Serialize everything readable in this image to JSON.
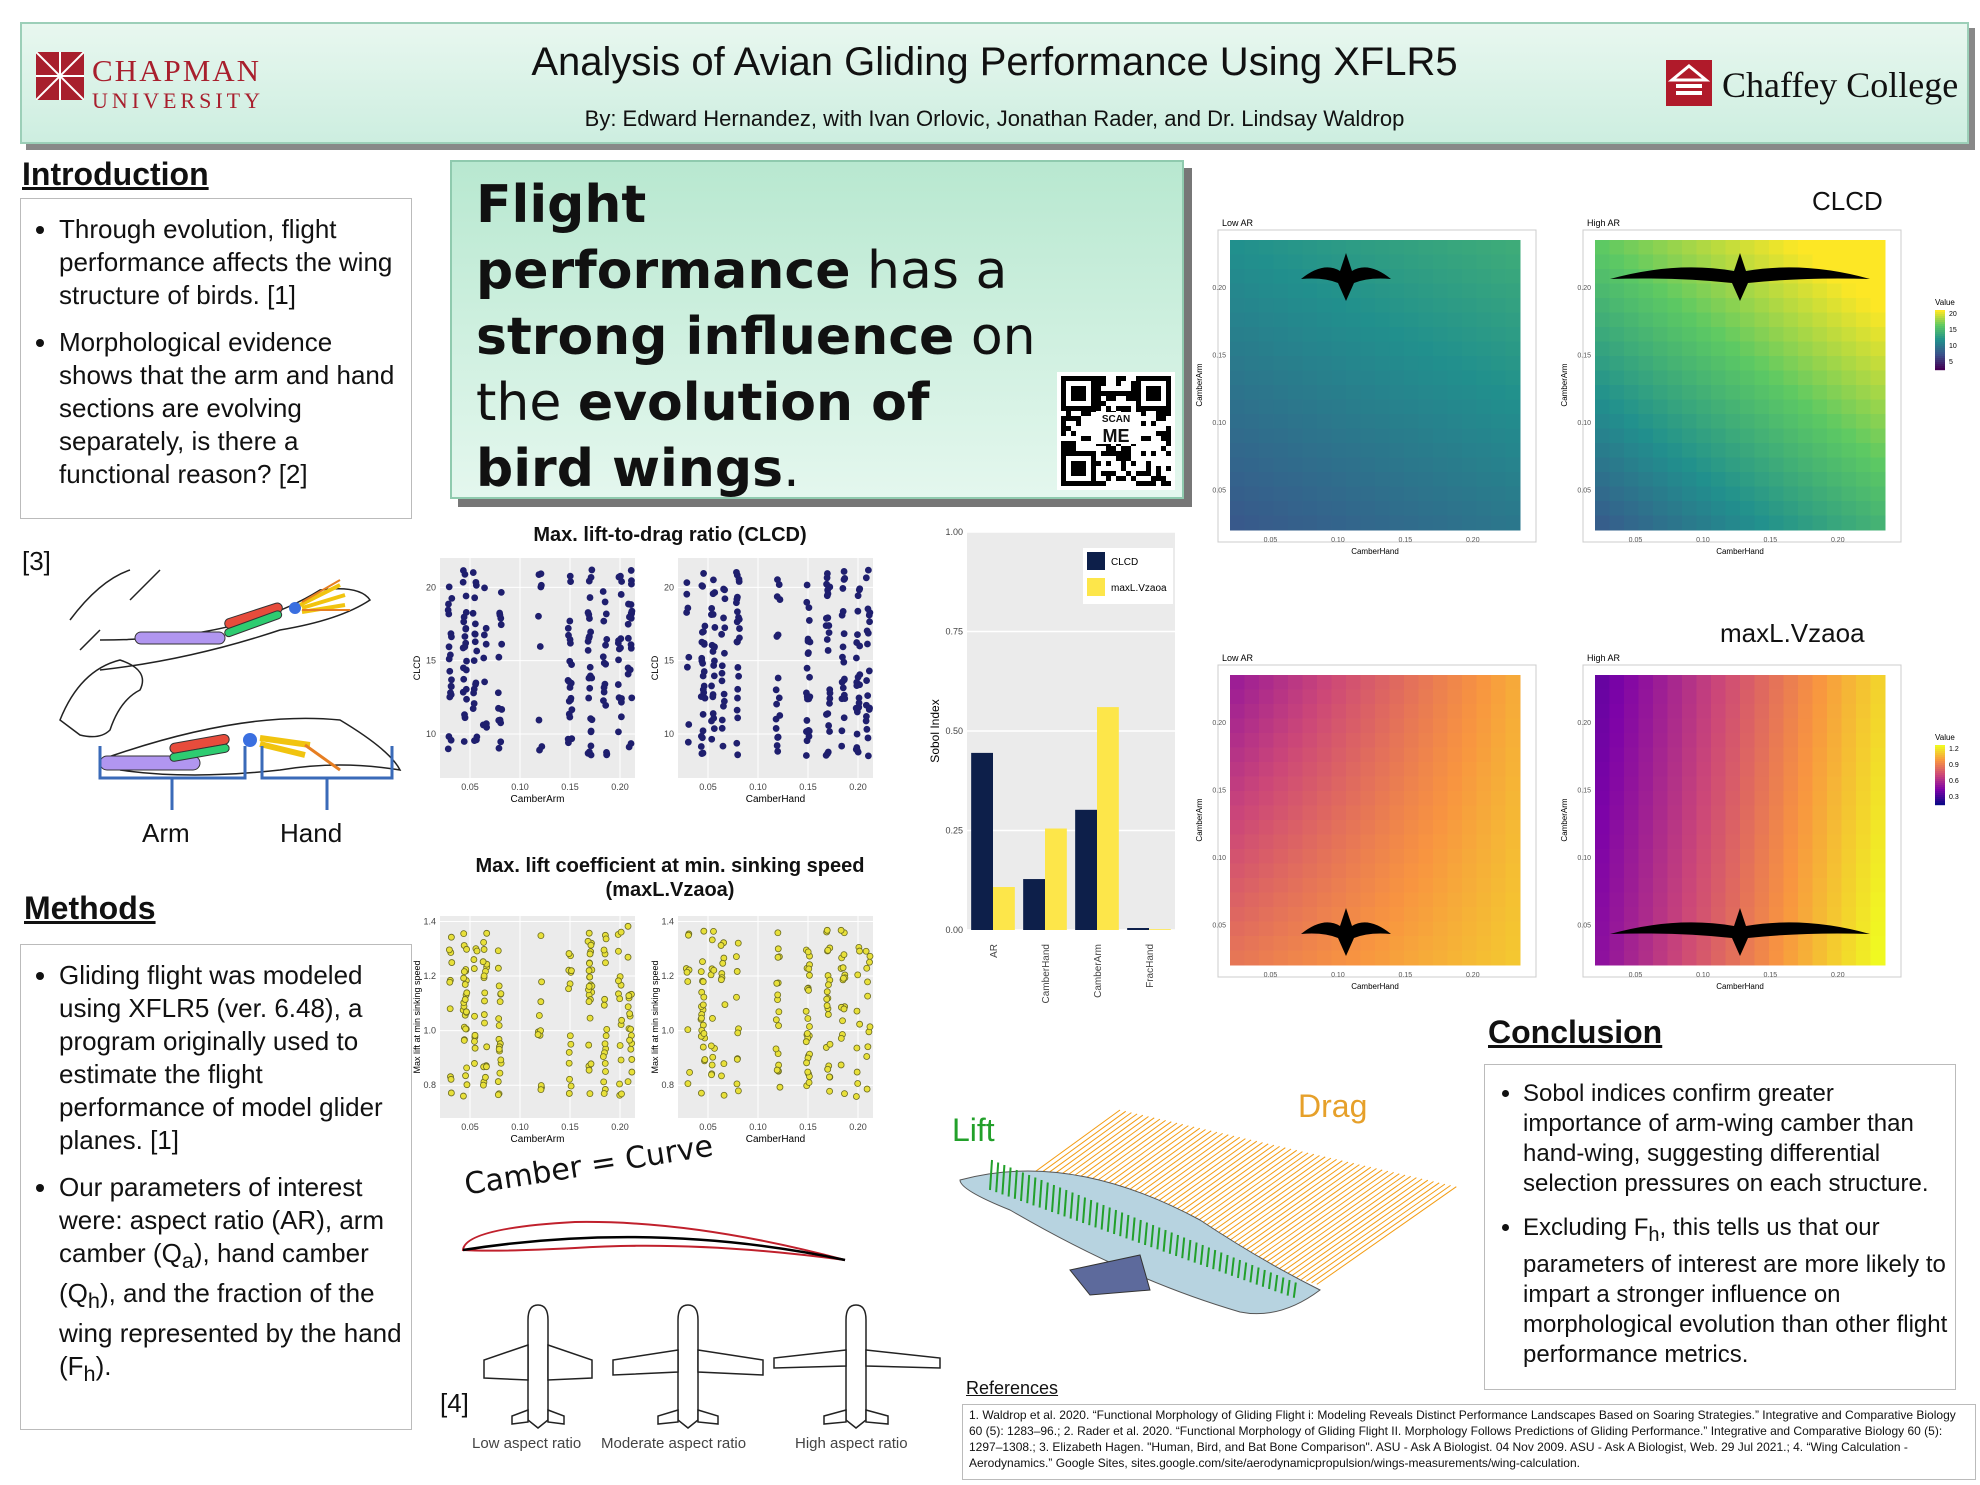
{
  "header": {
    "title": "Analysis of Avian Gliding Performance Using XFLR5",
    "authors": "By: Edward Hernandez, with Ivan Orlovic, Jonathan Rader, and Dr. Lindsay Waldrop",
    "left_logo": {
      "line1": "CHAPMAN",
      "line2": "UNIVERSITY"
    },
    "right_logo": "Chaffey College"
  },
  "introduction": {
    "heading": "Introduction",
    "bullets": [
      "Through evolution, flight performance affects the wing structure of birds. [1]",
      "Morphological evidence shows that the arm and hand sections are evolving separately, is there a functional reason? [2]"
    ]
  },
  "wing_figure": {
    "ref": "[3]",
    "label_arm": "Arm",
    "label_hand": "Hand"
  },
  "methods": {
    "heading": "Methods",
    "bullets": [
      "Gliding flight was modeled using XFLR5 (ver. 6.48), a program originally used to estimate the flight performance of model glider planes. [1]",
      "Our parameters of interest were: aspect ratio (AR), arm camber (Qa), hand camber (Qh), and the fraction of the wing represented by the hand (Fh)."
    ]
  },
  "callout": {
    "parts": [
      {
        "t": "Flight performance",
        "b": true
      },
      {
        "t": " has a ",
        "b": false
      },
      {
        "t": "strong influence",
        "b": true
      },
      {
        "t": " on the ",
        "b": false
      },
      {
        "t": "evolution of bird wings",
        "b": true
      },
      {
        "t": ".",
        "b": false
      }
    ],
    "qr_label1": "SCAN",
    "qr_label2": "ME"
  },
  "scatter_clcd": {
    "title": "Max. lift-to-drag ratio (CLCD)",
    "left": {
      "xlabel": "CamberArm",
      "ylabel": "CLCD"
    },
    "right": {
      "xlabel": "CamberHand",
      "ylabel": "CLCD"
    },
    "xticks": [
      "0.05",
      "0.10",
      "0.15",
      "0.20"
    ],
    "yticks": [
      "10",
      "15",
      "20"
    ]
  },
  "scatter_maxl": {
    "title_line1": "Max. lift coefficient at min. sinking speed",
    "title_line2": "(maxL.Vzaoa)",
    "left": {
      "xlabel": "CamberArm",
      "ylabel": "Max lift at min sinking speed"
    },
    "right": {
      "xlabel": "CamberHand",
      "ylabel": "Max lift at min sinking speed"
    },
    "xticks": [
      "0.05",
      "0.10",
      "0.15",
      "0.20"
    ],
    "yticks": [
      "0.8",
      "1.0",
      "1.2",
      "1.4"
    ]
  },
  "camber": {
    "label": "Camber = Curve"
  },
  "aspect": {
    "ref": "[4]",
    "low": "Low aspect ratio",
    "mod": "Moderate aspect ratio",
    "high": "High aspect ratio"
  },
  "heatmaps": {
    "clcd_title": "CLCD",
    "maxl_title": "maxL.Vzaoa",
    "low": "Low AR",
    "high": "High AR",
    "xlabel": "CamberHand",
    "ylabel": "CamberArm",
    "xticks": [
      "0.05",
      "0.10",
      "0.15",
      "0.20"
    ],
    "yticks": [
      "0.05",
      "0.10",
      "0.15",
      "0.20"
    ],
    "legend_title": "Value",
    "clcd_legend": [
      "20",
      "15",
      "10",
      "5"
    ],
    "maxl_legend": [
      "1.2",
      "0.9",
      "0.6",
      "0.3"
    ]
  },
  "lift_drag": {
    "lift": "Lift",
    "drag": "Drag"
  },
  "conclusion": {
    "heading": "Conclusion",
    "bullets": [
      "Sobol indices confirm greater importance of arm-wing camber than hand-wing, suggesting differential selection pressures on each structure.",
      "Excluding Fh, this tells us that our parameters of interest are more likely to impart a stronger influence on morphological evolution than other flight performance metrics."
    ]
  },
  "references": {
    "heading": "References",
    "text": "1. Waldrop et al. 2020. “Functional Morphology of Gliding Flight i: Modeling Reveals Distinct Performance Landscapes Based on Soaring Strategies.” Integrative and Comparative Biology 60 (5): 1283–96.; 2. Rader et al. 2020. “Functional Morphology of Gliding Flight II. Morphology Follows Predictions of Gliding Performance.” Integrative and Comparative Biology 60 (5): 1297–1308.; 3. Elizabeth Hagen. \"Human, Bird, and Bat Bone Comparison\". ASU - Ask A Biologist. 04 Nov 2009. ASU - Ask A Biologist, Web. 29 Jul 2021.; 4. “Wing Calculation - Aerodynamics.” Google Sites, sites.google.com/site/aerodynamicpropulsion/wings-measurements/wing-calculation."
  },
  "chart_data": {
    "type": "bar",
    "categories": [
      "AR",
      "CamberHand",
      "CamberArm",
      "FracHand"
    ],
    "series": [
      {
        "name": "CLCD",
        "values": [
          0.445,
          0.128,
          0.302,
          0.005
        ],
        "color": "#0d1f4a"
      },
      {
        "name": "maxL.Vzaoa",
        "values": [
          0.108,
          0.255,
          0.56,
          0.002
        ],
        "color": "#fde64a"
      }
    ],
    "ylabel": "Sobol Index",
    "ylim": [
      0,
      1.0
    ],
    "yticks": [
      "0.00",
      "0.25",
      "0.50",
      "0.75",
      "1.00"
    ],
    "legend": "top-right"
  }
}
